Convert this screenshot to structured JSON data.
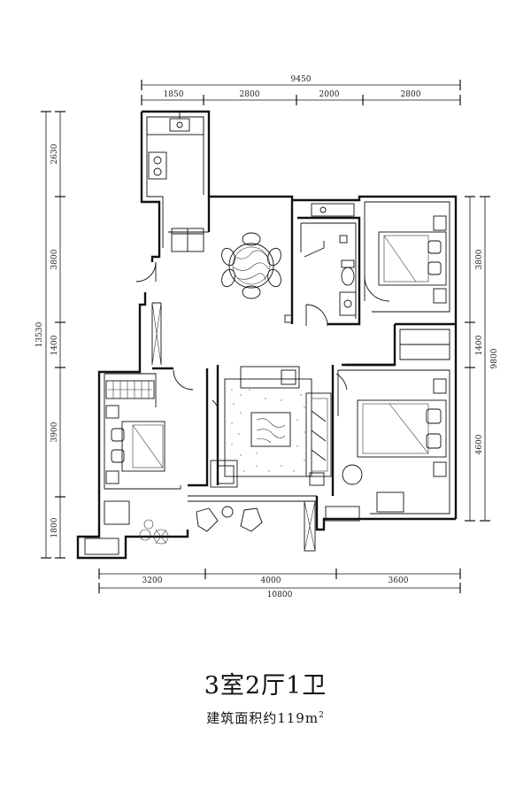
{
  "layout_title": "3室2厅1卫",
  "area_text": "建筑面积约119m",
  "area_superscript": "2",
  "dimensions": {
    "top_total": "9450",
    "top_segments": [
      "1850",
      "2800",
      "2000",
      "2800"
    ],
    "bottom_total": "10800",
    "bottom_segments": [
      "3200",
      "4000",
      "3600"
    ],
    "left_total": "13530",
    "left_segments": [
      "2630",
      "3800",
      "1400",
      "3900",
      "1800"
    ],
    "right_total": "9800",
    "right_segments": [
      "3800",
      "1400",
      "4600"
    ]
  },
  "colors": {
    "line": "#111111",
    "background": "#ffffff"
  }
}
